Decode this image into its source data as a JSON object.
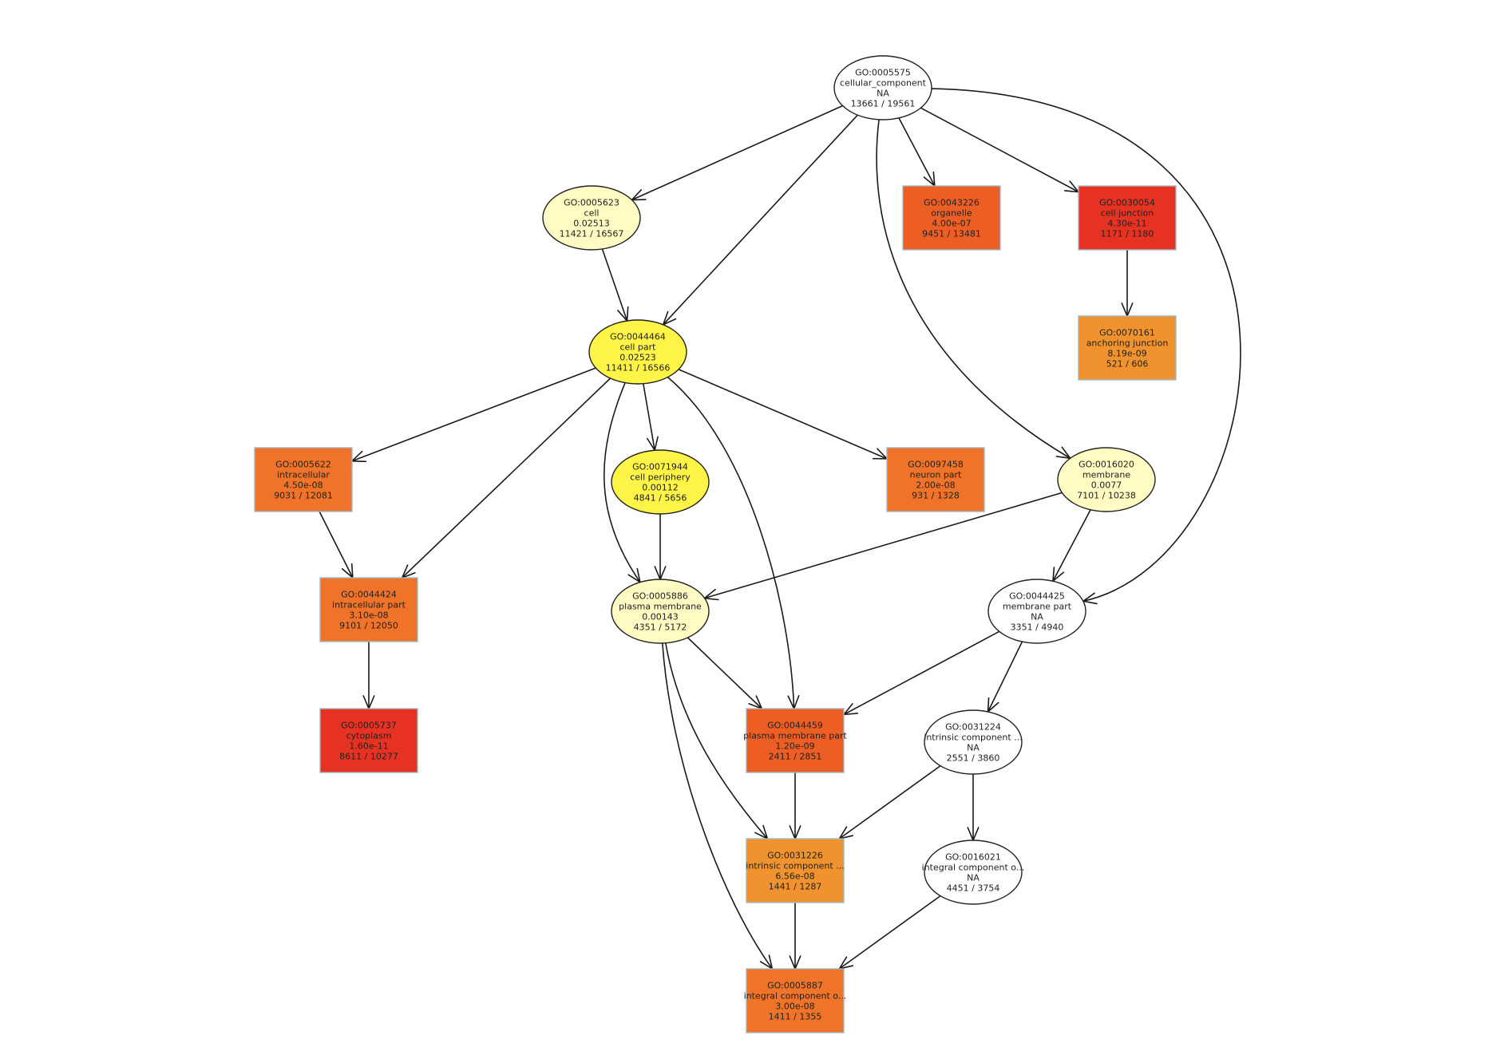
{
  "diagram": {
    "nodes": [
      {
        "id": "n0005575",
        "shape": "ellipse",
        "fill": "#ffffff",
        "lines": [
          "GO:0005575",
          "cellular_component",
          "NA",
          "13661 / 19561"
        ]
      },
      {
        "id": "n0005623",
        "shape": "ellipse",
        "fill": "#fffbc3",
        "lines": [
          "GO:0005623",
          "cell",
          "0.02513",
          "11421 / 16567"
        ]
      },
      {
        "id": "n0043226",
        "shape": "rect",
        "fill": "#ec5e24",
        "lines": [
          "GO:0043226",
          "organelle",
          "4.00e-07",
          "9451 / 13481"
        ]
      },
      {
        "id": "n0030054",
        "shape": "rect",
        "fill": "#e63222",
        "lines": [
          "GO:0030054",
          "cell junction",
          "4.30e-11",
          "1171 / 1180"
        ]
      },
      {
        "id": "n0044464",
        "shape": "ellipse",
        "fill": "#fff447",
        "lines": [
          "GO:0044464",
          "cell part",
          "0.02523",
          "11411 / 16566"
        ]
      },
      {
        "id": "n0070161",
        "shape": "rect",
        "fill": "#f0922e",
        "lines": [
          "GO:0070161",
          "anchoring junction",
          "8.19e-09",
          "521 / 606"
        ]
      },
      {
        "id": "n0005622",
        "shape": "rect",
        "fill": "#ef7328",
        "lines": [
          "GO:0005622",
          "intracellular",
          "4.50e-08",
          "9031 / 12081"
        ]
      },
      {
        "id": "n0071944",
        "shape": "ellipse",
        "fill": "#fff447",
        "lines": [
          "GO:0071944",
          "cell periphery",
          "0.00112",
          "4841 / 5656"
        ]
      },
      {
        "id": "n0097458",
        "shape": "rect",
        "fill": "#ef7328",
        "lines": [
          "GO:0097458",
          "neuron part",
          "2.00e-08",
          "931 / 1328"
        ]
      },
      {
        "id": "n0016020",
        "shape": "ellipse",
        "fill": "#fffbc3",
        "lines": [
          "GO:0016020",
          "membrane",
          "0.0077",
          "7101 / 10238"
        ]
      },
      {
        "id": "n0044424",
        "shape": "rect",
        "fill": "#ef7328",
        "lines": [
          "GO:0044424",
          "intracellular part",
          "3.10e-08",
          "9101 / 12050"
        ]
      },
      {
        "id": "n0005886",
        "shape": "ellipse",
        "fill": "#fffbc3",
        "lines": [
          "GO:0005886",
          "plasma membrane",
          "0.00143",
          "4351 / 5172"
        ]
      },
      {
        "id": "n0044425",
        "shape": "ellipse",
        "fill": "#ffffff",
        "lines": [
          "GO:0044425",
          "membrane part",
          "NA",
          "3351 / 4940"
        ]
      },
      {
        "id": "n0005737",
        "shape": "rect",
        "fill": "#e63222",
        "lines": [
          "GO:0005737",
          "cytoplasm",
          "1.60e-11",
          "8611 / 10277"
        ]
      },
      {
        "id": "n0044459",
        "shape": "rect",
        "fill": "#ec5e24",
        "lines": [
          "GO:0044459",
          "plasma membrane part",
          "1.20e-09",
          "2411 / 2851"
        ]
      },
      {
        "id": "n0031224",
        "shape": "ellipse",
        "fill": "#ffffff",
        "lines": [
          "GO:0031224",
          "intrinsic component ...",
          "NA",
          "2551 / 3860"
        ]
      },
      {
        "id": "n0031226",
        "shape": "rect",
        "fill": "#f0922e",
        "lines": [
          "GO:0031226",
          "intrinsic component ...",
          "6.56e-08",
          "1441 / 1287"
        ]
      },
      {
        "id": "n0016021",
        "shape": "ellipse",
        "fill": "#ffffff",
        "lines": [
          "GO:0016021",
          "integral component o...",
          "NA",
          "4451 / 3754"
        ]
      },
      {
        "id": "n0005887",
        "shape": "rect",
        "fill": "#ef7328",
        "lines": [
          "GO:0005887",
          "integral component o...",
          "3.00e-08",
          "1411 / 1355"
        ]
      }
    ],
    "edges": [
      [
        "n0005575",
        "n0005623"
      ],
      [
        "n0005575",
        "n0044464"
      ],
      [
        "n0005575",
        "n0043226"
      ],
      [
        "n0005575",
        "n0030054"
      ],
      [
        "n0005575",
        "n0016020"
      ],
      [
        "n0005575",
        "n0044425"
      ],
      [
        "n0030054",
        "n0070161"
      ],
      [
        "n0005623",
        "n0044464"
      ],
      [
        "n0044464",
        "n0005622"
      ],
      [
        "n0044464",
        "n0044424"
      ],
      [
        "n0044464",
        "n0071944"
      ],
      [
        "n0044464",
        "n0005886"
      ],
      [
        "n0044464",
        "n0097458"
      ],
      [
        "n0044464",
        "n0044459"
      ],
      [
        "n0005622",
        "n0044424"
      ],
      [
        "n0044424",
        "n0005737"
      ],
      [
        "n0071944",
        "n0005886"
      ],
      [
        "n0016020",
        "n0005886"
      ],
      [
        "n0016020",
        "n0044425"
      ],
      [
        "n0005886",
        "n0044459"
      ],
      [
        "n0005886",
        "n0031226"
      ],
      [
        "n0005886",
        "n0005887"
      ],
      [
        "n0044425",
        "n0044459"
      ],
      [
        "n0044425",
        "n0031224"
      ],
      [
        "n0044459",
        "n0031226"
      ],
      [
        "n0031224",
        "n0031226"
      ],
      [
        "n0031224",
        "n0016021"
      ],
      [
        "n0031226",
        "n0005887"
      ],
      [
        "n0016021",
        "n0005887"
      ]
    ]
  }
}
